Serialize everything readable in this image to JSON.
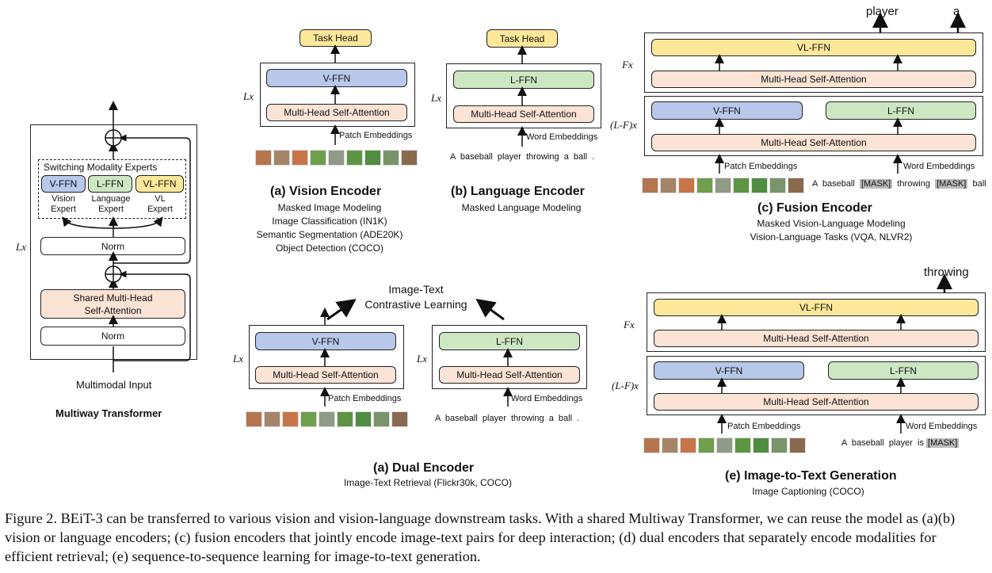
{
  "colors": {
    "yellow": "#fde89a",
    "blue": "#b8c8ea",
    "green": "#cde7c3",
    "peach": "#fbe3d5"
  },
  "multiway": {
    "title": "Multiway Transformer",
    "input": "Multimodal Input",
    "lx": "Lx",
    "switching": "Switching Modality Experts",
    "vffn": "V-FFN",
    "lffn": "L-FFN",
    "vlffn": "VL-FFN",
    "vision_expert_1": "Vision",
    "vision_expert_2": "Expert",
    "language_expert_1": "Language",
    "language_expert_2": "Expert",
    "vl_expert_1": "VL",
    "vl_expert_2": "Expert",
    "norm_top": "Norm",
    "attn_1": "Shared Multi-Head",
    "attn_2": "Self-Attention",
    "norm_bottom": "Norm",
    "plus_icon": "⊕"
  },
  "vision_encoder": {
    "task_head": "Task Head",
    "ffn": "V-FFN",
    "attn": "Multi-Head Self-Attention",
    "lx": "Lx",
    "embeddings": "Patch Embeddings",
    "title": "(a) Vision Encoder",
    "subs": [
      "Masked Image Modeling",
      "Image Classification (IN1K)",
      "Semantic Segmentation (ADE20K)",
      "Object Detection (COCO)"
    ]
  },
  "language_encoder": {
    "task_head": "Task Head",
    "ffn": "L-FFN",
    "attn": "Multi-Head Self-Attention",
    "lx": "Lx",
    "embeddings": "Word Embeddings",
    "sentence": "A  baseball  player  throwing  a  ball  .",
    "title": "(b) Language Encoder",
    "subs": [
      "Masked Language Modeling"
    ]
  },
  "fusion_encoder": {
    "out_1": "player",
    "out_2": "a",
    "fx": "Fx",
    "lfx": "(L-F)x",
    "vlffn": "VL-FFN",
    "attn": "Multi-Head Self-Attention",
    "vffn": "V-FFN",
    "lffn": "L-FFN",
    "patch": "Patch Embeddings",
    "word": "Word Embeddings",
    "sentence_1": "A  baseball",
    "mask": "[MASK]",
    "sentence_2": "throwing",
    "sentence_3": "ball",
    "title": "(c) Fusion Encoder",
    "subs": [
      "Masked Vision-Language Modeling",
      "Vision-Language Tasks (VQA, NLVR2)"
    ]
  },
  "dual_encoder": {
    "contrastive_1": "Image-Text",
    "contrastive_2": "Contrastive Learning",
    "vffn": "V-FFN",
    "lffn": "L-FFN",
    "attn": "Multi-Head Self-Attention",
    "lx": "Lx",
    "patch": "Patch Embeddings",
    "word": "Word Embeddings",
    "sentence": "A  baseball  player  throwing  a  ball  .",
    "title": "(a) Dual Encoder",
    "subs": [
      "Image-Text Retrieval (Flickr30k, COCO)"
    ]
  },
  "i2t": {
    "out": "throwing",
    "fx": "Fx",
    "lfx": "(L-F)x",
    "vlffn": "VL-FFN",
    "attn": "Multi-Head Self-Attention",
    "vffn": "V-FFN",
    "lffn": "L-FFN",
    "patch": "Patch Embeddings",
    "word": "Word Embeddings",
    "sentence_1": "A  baseball  player  is",
    "mask": "[MASK]",
    "title": "(e) Image-to-Text Generation",
    "subs": [
      "Image Captioning (COCO)"
    ]
  },
  "caption": "Figure 2. BEiT-3 can be transferred to various vision and vision-language downstream tasks. With a shared Multiway Transformer, we can reuse the model as (a)(b) vision or language encoders; (c) fusion encoders that jointly encode image-text pairs for deep interaction; (d) dual encoders that separately encode modalities for efficient retrieval; (e) sequence-to-sequence learning for image-to-text generation."
}
